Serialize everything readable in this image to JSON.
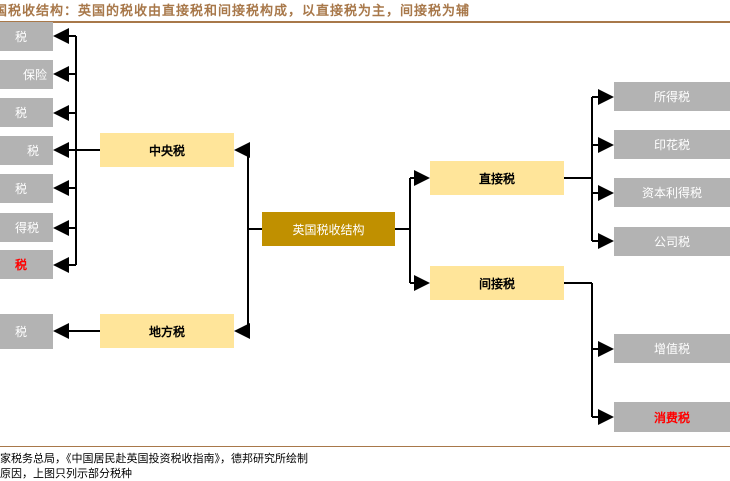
{
  "title": "国税收结构：英国的税收由直接税和间接税构成，以直接税为主，间接税为辅",
  "root": "英国税收结构",
  "central": "中央税",
  "local": "地方税",
  "direct": "直接税",
  "indirect": "间接税",
  "central_items": [
    "税",
    "保险",
    "税",
    "税",
    "税",
    "得税",
    "税"
  ],
  "local_items": [
    "税"
  ],
  "direct_items": [
    "所得税",
    "印花税",
    "资本利得税",
    "公司税"
  ],
  "indirect_items": [
    "增值税",
    "消费税"
  ],
  "footer": [
    "家税务总局，《中国居民赴英国投资税收指南》，德邦研究所绘制",
    "原因，上图只列示部分税种"
  ],
  "colors": {
    "accent": "#a8784a",
    "root": "#c09000",
    "mid": "#ffe59a",
    "leaf": "#b3b3b3",
    "highlight": "#ff0000"
  }
}
